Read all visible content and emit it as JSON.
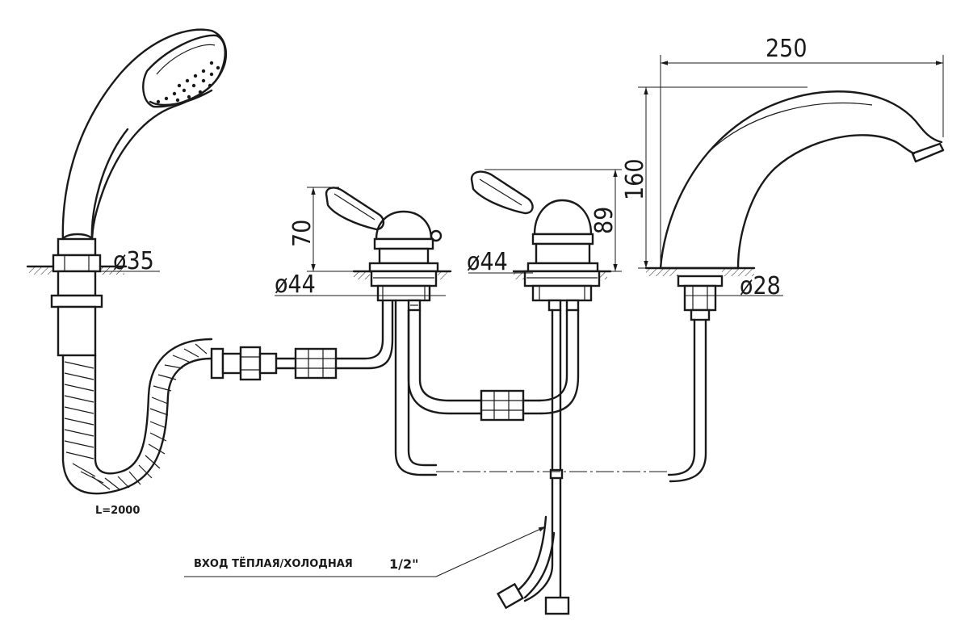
{
  "dimensions": {
    "width_total": "250",
    "height_spout": "160",
    "height_right_handle": "89",
    "height_left_handle": "70",
    "dia_shower": "ø35",
    "dia_left_valve": "ø44",
    "dia_right_valve": "ø44",
    "dia_spout": "ø28"
  },
  "labels": {
    "hose_length": "L=2000",
    "inlet": "ВХОД  ТЁПЛАЯ/ХОЛОДНАЯ",
    "thread": "1/2\""
  }
}
